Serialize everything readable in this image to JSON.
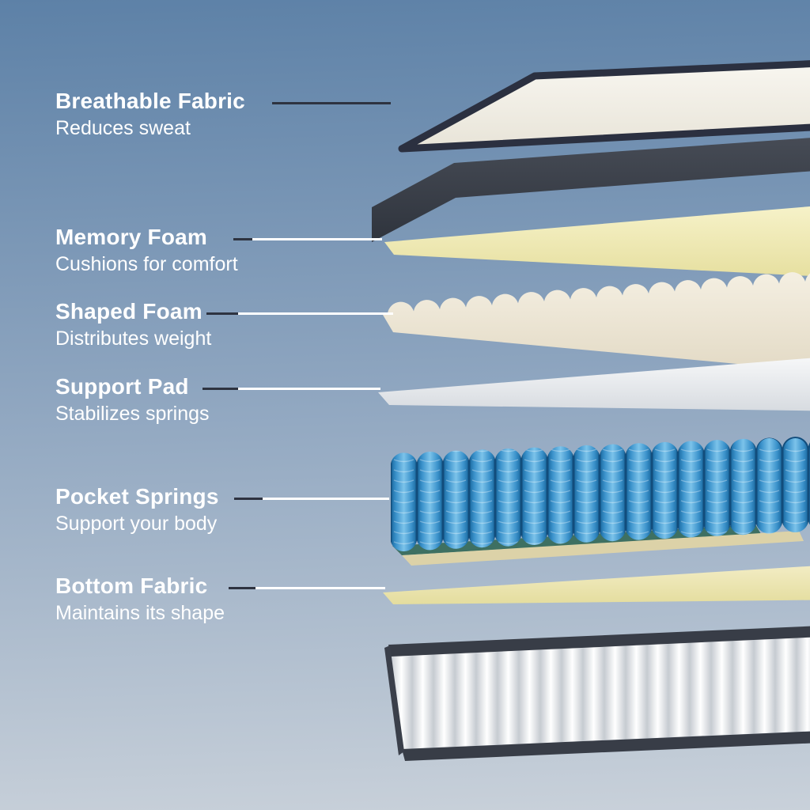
{
  "labels": [
    {
      "title": "Breathable Fabric",
      "subtitle": "Reduces sweat"
    },
    {
      "title": "Memory Foam",
      "subtitle": "Cushions for comfort"
    },
    {
      "title": "Shaped Foam",
      "subtitle": "Distributes weight"
    },
    {
      "title": "Support Pad",
      "subtitle": "Stabilizes springs"
    },
    {
      "title": "Pocket Springs",
      "subtitle": "Support your body"
    },
    {
      "title": "Bottom Fabric",
      "subtitle": "Maintains its shape"
    }
  ],
  "layers": [
    {
      "name": "Breathable Fabric",
      "color": "#f6f4ec"
    },
    {
      "name": "Side Band",
      "color": "#3b4049"
    },
    {
      "name": "Memory Foam",
      "color": "#f1ebb4"
    },
    {
      "name": "Shaped Foam",
      "color": "#efe8d6"
    },
    {
      "name": "Support Pad",
      "color": "#eef0f3"
    },
    {
      "name": "Pocket Springs",
      "color": "#3e9ad4"
    },
    {
      "name": "Spring Base",
      "color": "#3e7062"
    },
    {
      "name": "Bottom Fabric",
      "color": "#eee7b8"
    },
    {
      "name": "Bottom Mattress",
      "color": "#f2f3f4"
    }
  ],
  "colors": {
    "bg_top": "#5d81a7",
    "bg_mid": "#8fa6c0",
    "bg_bottom": "#c9d1da",
    "label_text": "#ffffff",
    "line_dark": "#2e3340",
    "line_light": "#ffffff"
  }
}
